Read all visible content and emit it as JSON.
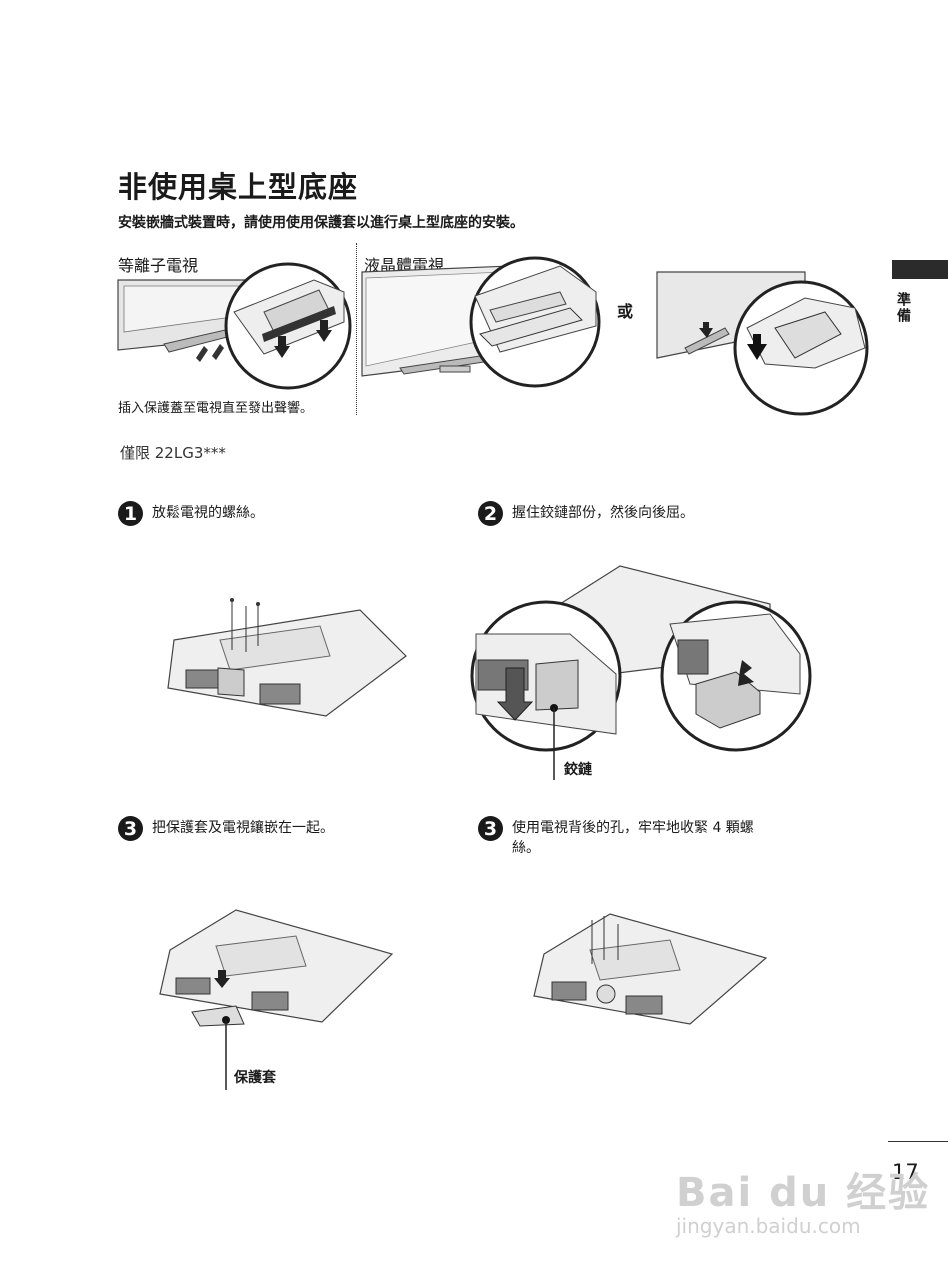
{
  "title": "非使用桌上型底座",
  "intro": "安裝嵌牆式裝置時，請使用使用保護套以進行桌上型底座的安裝。",
  "plasma": {
    "heading": "等離子電視",
    "caption": "插入保護蓋至電視直至發出聲響。"
  },
  "lcd": {
    "heading": "液晶體電視"
  },
  "or_text": "或",
  "side_tab_label": "準備",
  "model_note": "僅限 22LG3***",
  "steps": [
    {
      "number": "1",
      "text": "放鬆電視的螺絲。"
    },
    {
      "number": "2",
      "text": "握住鉸鏈部份，然後向後屈。"
    },
    {
      "number": "3",
      "text": "把保護套及電視鑲嵌在一起。"
    },
    {
      "number": "3",
      "text": "使用電視背後的孔，牢牢地收緊 4 顆螺絲。"
    }
  ],
  "labels": {
    "hinge": "鉸鏈",
    "cover": "保護套"
  },
  "page_number": "17",
  "watermark": {
    "main": "Bai du 经验",
    "url": "jingyan.baidu.com"
  }
}
